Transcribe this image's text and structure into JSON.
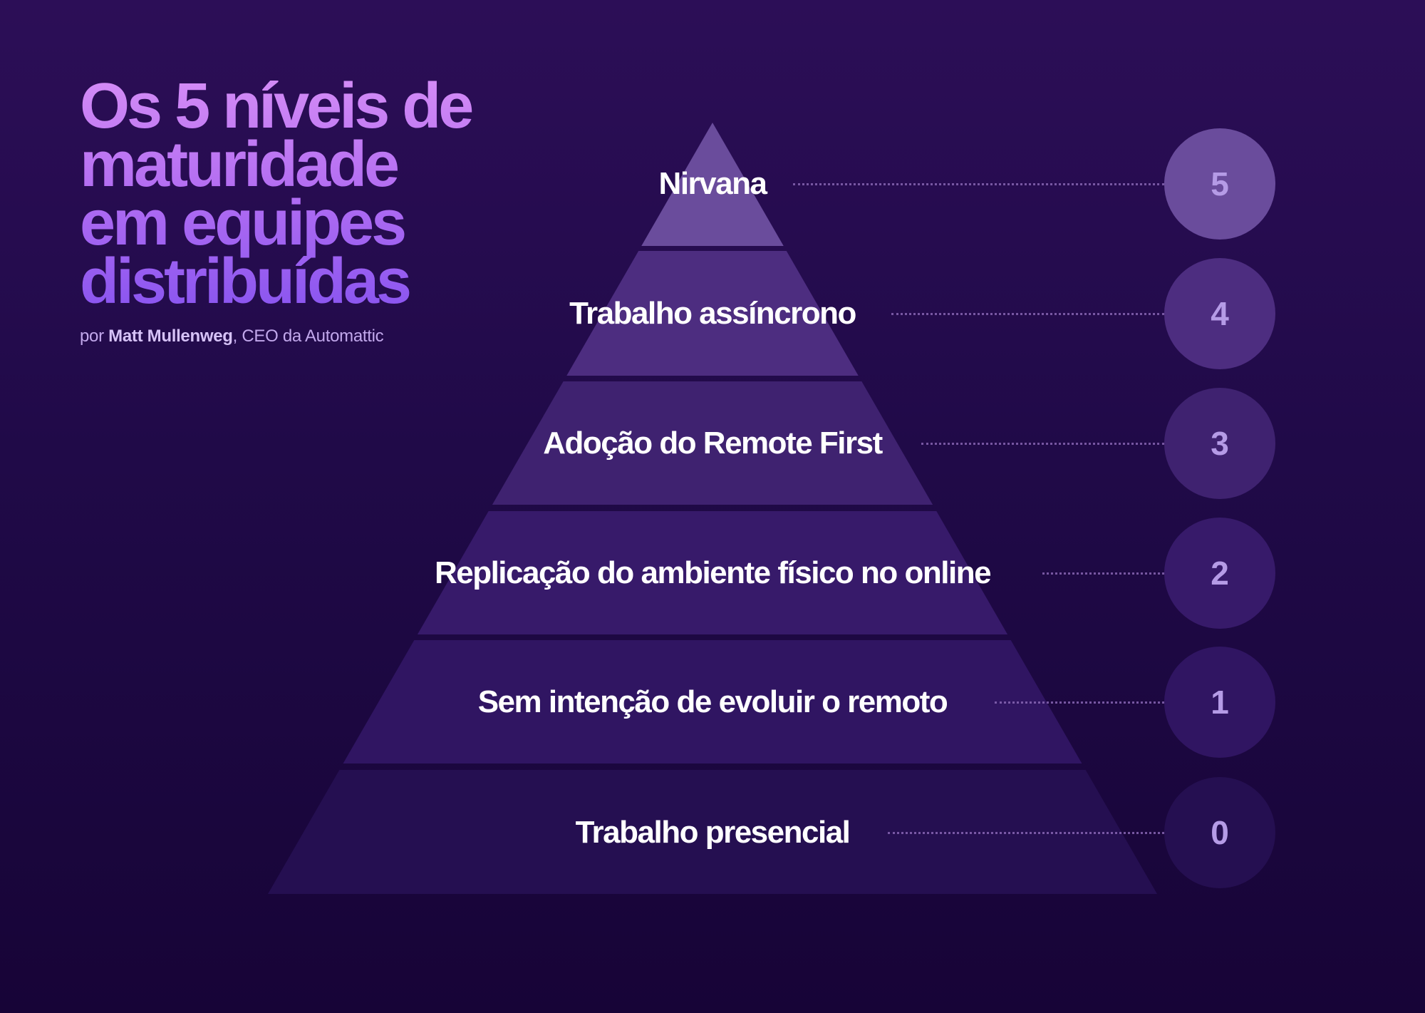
{
  "header": {
    "title_lines": [
      "Os 5 níveis de",
      "maturidade",
      "em equipes",
      "distribuídas"
    ],
    "byline_prefix": "por ",
    "byline_author": "Matt Mullenweg",
    "byline_suffix": ", CEO da Automattic"
  },
  "pyramid": {
    "levels": [
      {
        "label": "Nirvana",
        "number": "5",
        "tier_color": "#6a4c9c",
        "circle_color": "#6a4c9c"
      },
      {
        "label": "Trabalho assíncrono",
        "number": "4",
        "tier_color": "#4d2d80",
        "circle_color": "#4d2d80"
      },
      {
        "label": "Adoção do Remote First",
        "number": "3",
        "tier_color": "#3f2270",
        "circle_color": "#3f2270"
      },
      {
        "label": "Replicação do ambiente físico no online",
        "number": "2",
        "tier_color": "#371a6a",
        "circle_color": "#371a6a"
      },
      {
        "label": "Sem intenção de evoluir o remoto",
        "number": "1",
        "tier_color": "#301562",
        "circle_color": "#301562"
      },
      {
        "label": "Trabalho presencial",
        "number": "0",
        "tier_color": "#250f51",
        "circle_color": "#250f51"
      }
    ]
  },
  "colors": {
    "background_top": "#2c0e57",
    "background_bottom": "#170437",
    "title_gradient_top": "#d48cf6",
    "title_gradient_bottom": "#8a55f0",
    "label_text": "#ffffff",
    "number_text": "#b59be6",
    "leader_dots": "#8c6ab8"
  }
}
